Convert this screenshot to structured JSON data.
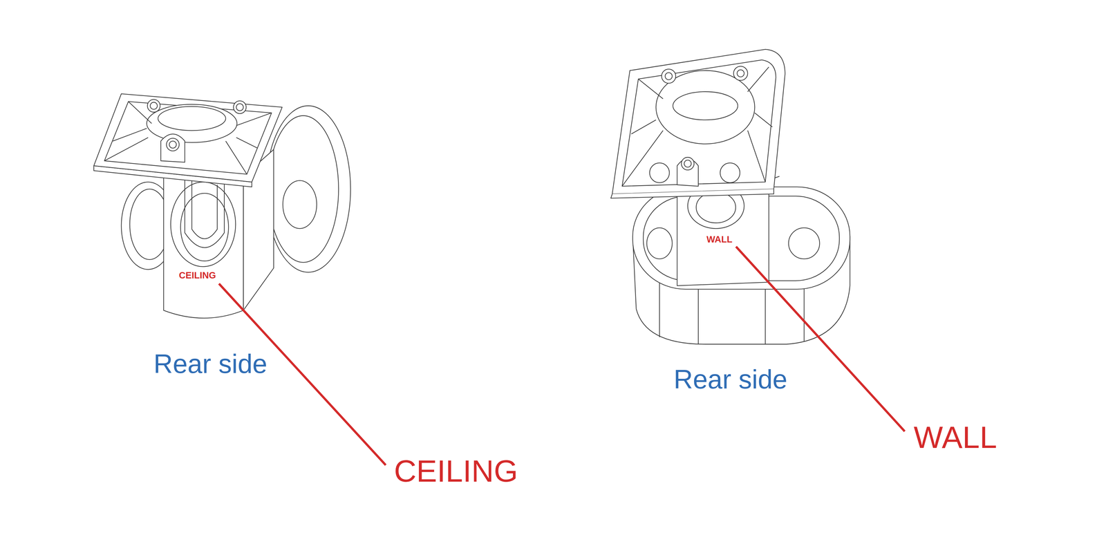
{
  "diagram": {
    "labels": [
      "CEILING",
      "Rear side",
      "CEILING",
      "WALL",
      "Rear side",
      "WALL"
    ]
  }
}
